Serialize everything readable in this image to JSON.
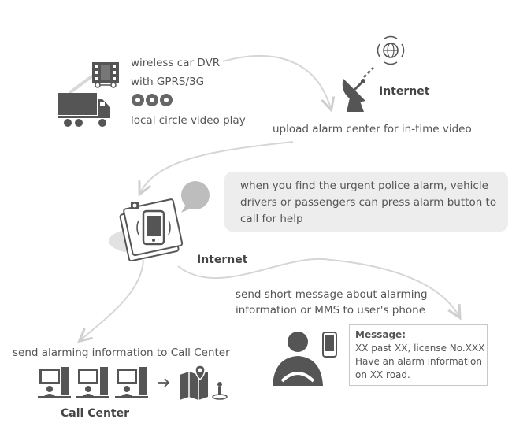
{
  "dvr": {
    "line1": "wireless car DVR",
    "line2": "with GPRS/3G",
    "line3": "local circle video play"
  },
  "internet_top": {
    "label": "Internet"
  },
  "upload": {
    "text": "upload alarm center for in-time video"
  },
  "alarm_bubble": {
    "line1": "when you find the urgent police alarm, vehicle",
    "line2": "drivers or passengers can press alarm button to",
    "line3": "call for help"
  },
  "internet_mid": {
    "label": "Internet"
  },
  "sms": {
    "line1": "send short message about alarming",
    "line2": "information or MMS to user's phone"
  },
  "message": {
    "title": "Message:",
    "line1": "XX past XX, license No.XXX",
    "line2": "Have an alarm information",
    "line3": "on XX road."
  },
  "callcenter": {
    "send_text": "send alarming information to Call Center",
    "label": "Call Center"
  },
  "icons": {
    "truck": "truck-icon",
    "film": "film-strip-icon",
    "discs": "disc-icon",
    "satellite": "satellite-dish-icon",
    "globe": "globe-signal-icon",
    "phone_alarm": "alarm-phone-icon",
    "chat": "chat-bubble-icon",
    "user": "user-icon",
    "mobile": "mobile-phone-icon",
    "computer": "computer-workstation-icon",
    "map": "map-icon"
  },
  "colors": {
    "icon": "#555555",
    "arrow": "#d4d4d4",
    "bubble": "#ededed"
  }
}
